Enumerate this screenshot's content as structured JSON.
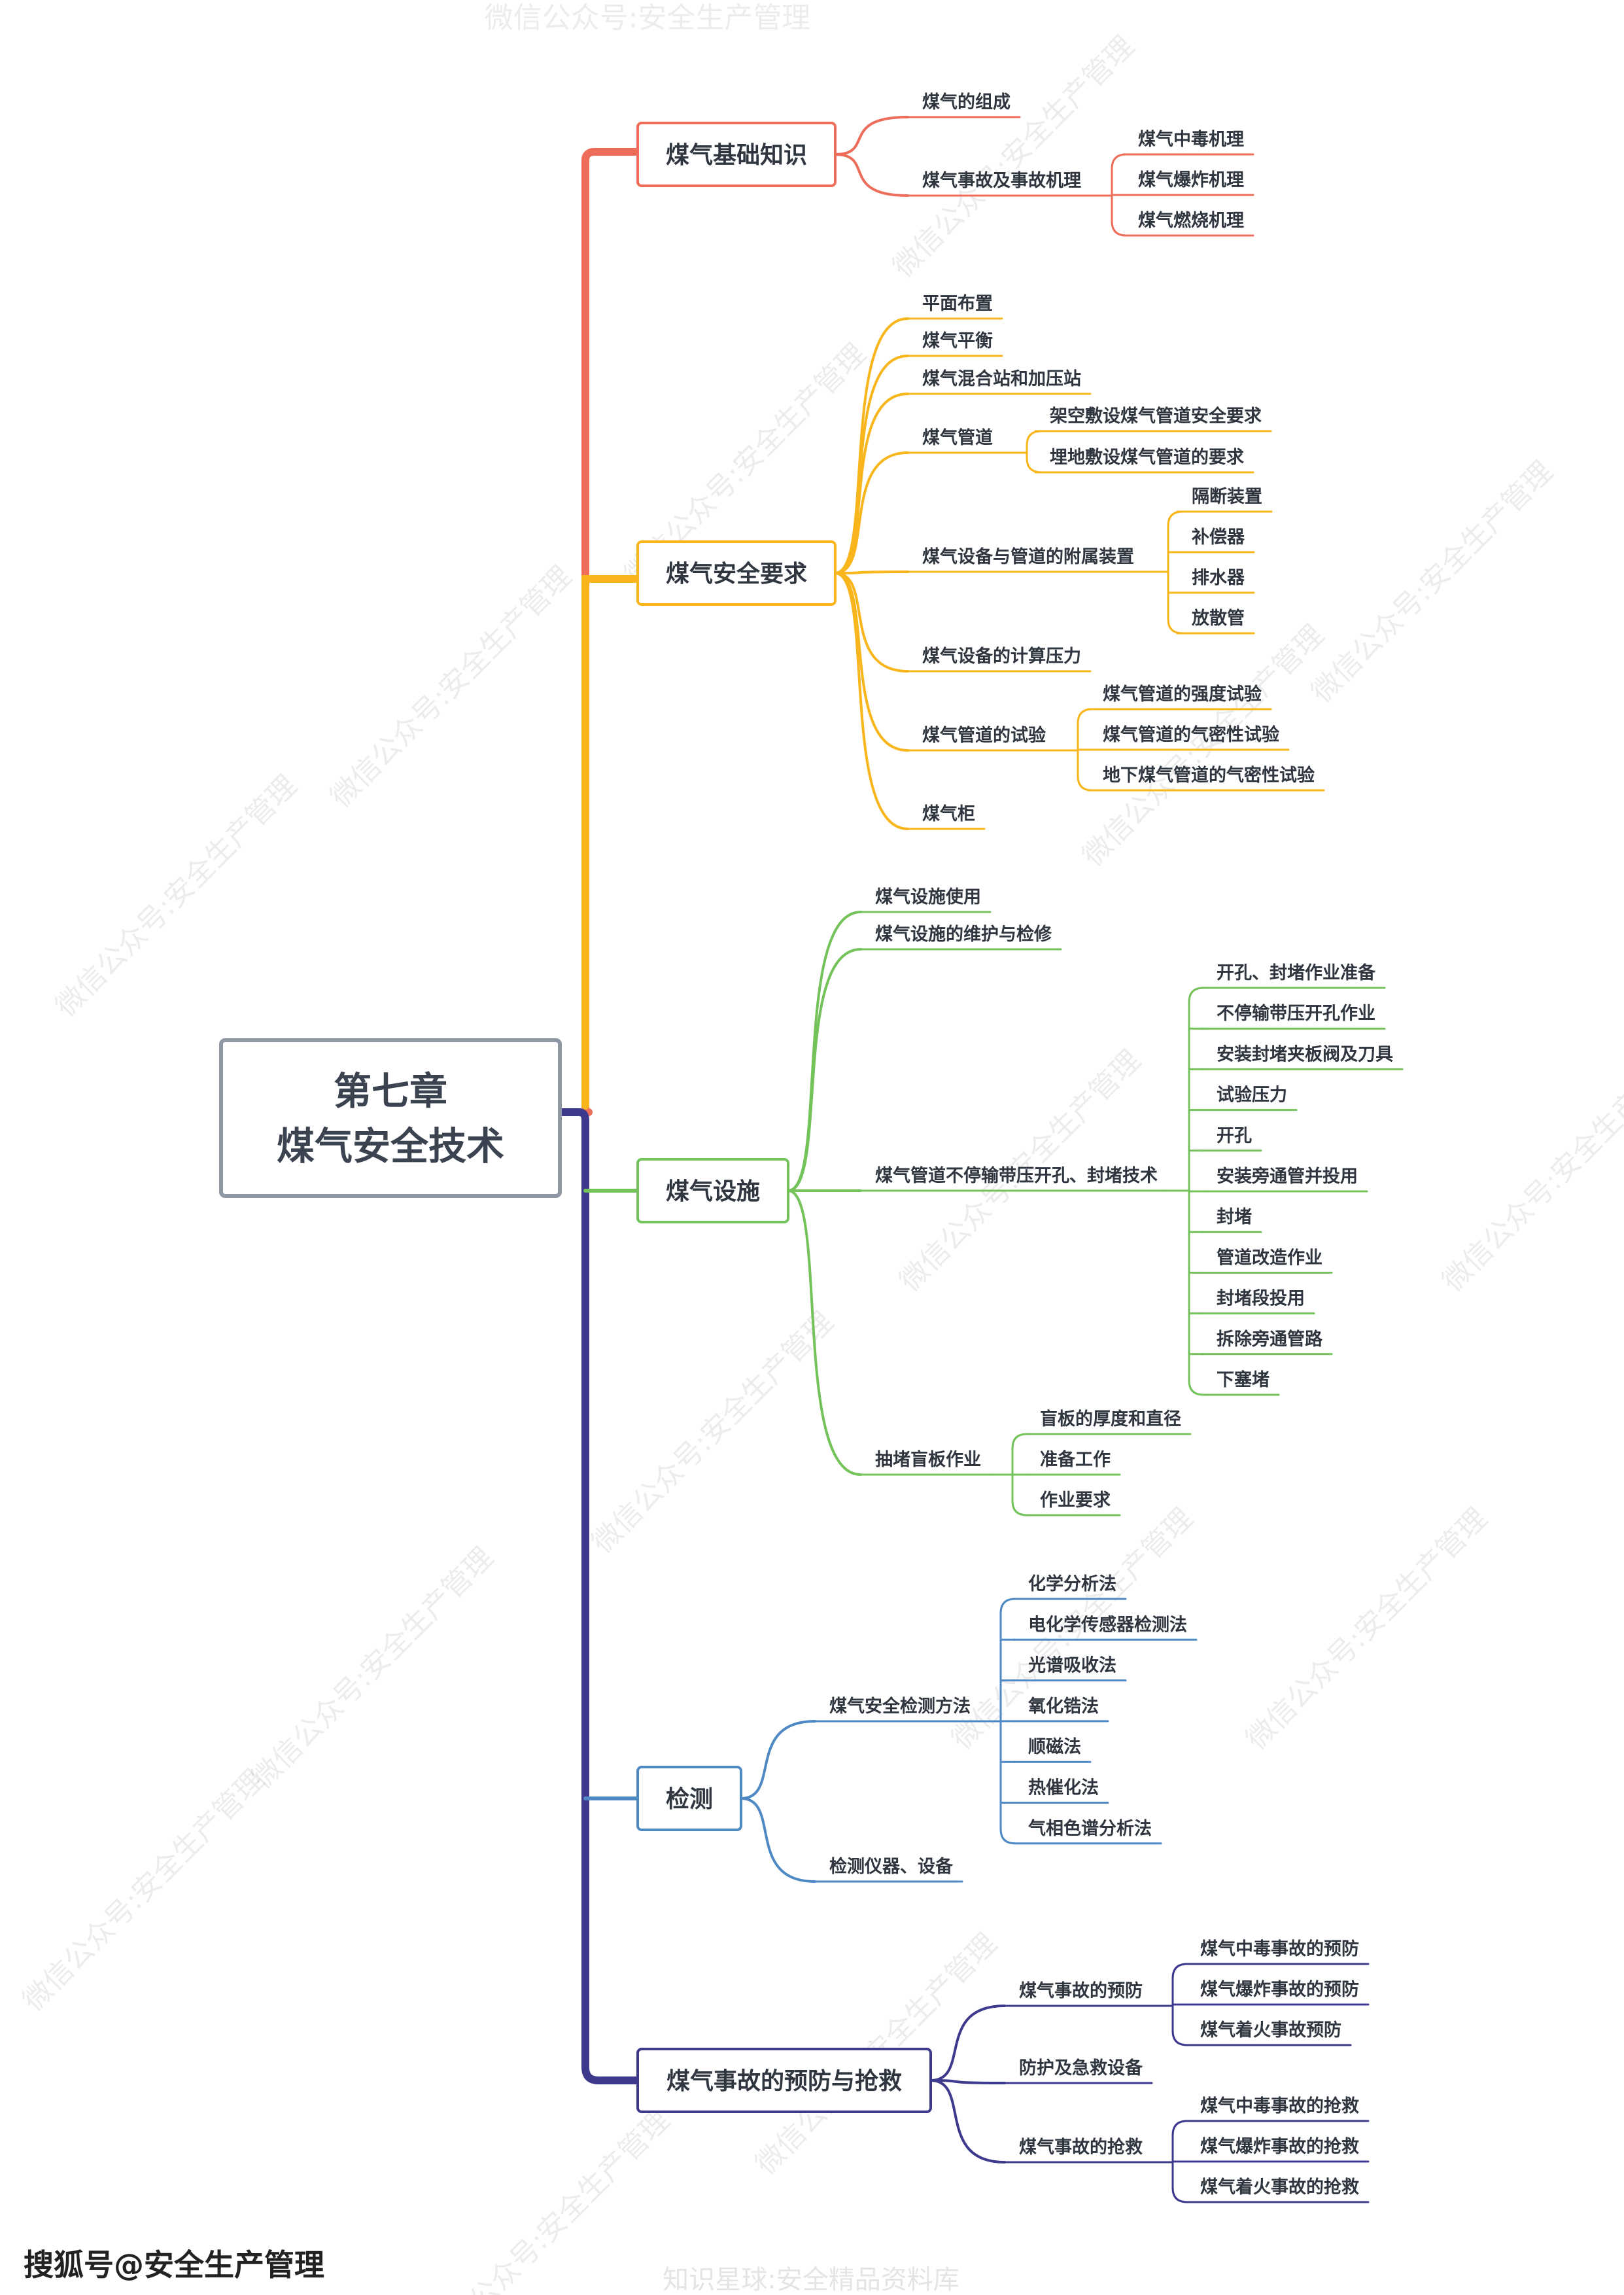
{
  "root": {
    "title_line1": "第七章",
    "title_line2": "煤气安全技术"
  },
  "colors": {
    "basic": "#ee6c5a",
    "req": "#f8b61c",
    "fac": "#74c25a",
    "det": "#4f89c4",
    "prev": "#3d3a8e",
    "root_border": "#8e98a4"
  },
  "categories": [
    {
      "label": "煤气基础知识",
      "color": "basic"
    },
    {
      "label": "煤气安全要求",
      "color": "req"
    },
    {
      "label": "煤气设施",
      "color": "fac"
    },
    {
      "label": "检测",
      "color": "det"
    },
    {
      "label": "煤气事故的预防与抢救",
      "color": "prev"
    }
  ],
  "nodes": {
    "b1": "煤气的组成",
    "b2": "煤气事故及事故机理",
    "b2a": "煤气中毒机理",
    "b2b": "煤气爆炸机理",
    "b2c": "煤气燃烧机理",
    "r1": "平面布置",
    "r2": "煤气平衡",
    "r3": "煤气混合站和加压站",
    "r4": "煤气管道",
    "r4a": "架空敷设煤气管道安全要求",
    "r4b": "埋地敷设煤气管道的要求",
    "r5": "煤气设备与管道的附属装置",
    "r5a": "隔断装置",
    "r5b": "补偿器",
    "r5c": "排水器",
    "r5d": "放散管",
    "r6": "煤气设备的计算压力",
    "r7": "煤气管道的试验",
    "r7a": "煤气管道的强度试验",
    "r7b": "煤气管道的气密性试验",
    "r7c": "地下煤气管道的气密性试验",
    "r8": "煤气柜",
    "f1": "煤气设施使用",
    "f2": "煤气设施的维护与检修",
    "f3": "煤气管道不停输带压开孔、封堵技术",
    "f3a": "开孔、封堵作业准备",
    "f3b": "不停输带压开孔作业",
    "f3c": "安装封堵夹板阀及刀具",
    "f3d": "试验压力",
    "f3e": "开孔",
    "f3f": "安装旁通管并投用",
    "f3g": "封堵",
    "f3h": "管道改造作业",
    "f3i": "封堵段投用",
    "f3j": "拆除旁通管路",
    "f3k": "下塞堵",
    "f4": "抽堵盲板作业",
    "f4a": "盲板的厚度和直径",
    "f4b": "准备工作",
    "f4c": "作业要求",
    "d1": "煤气安全检测方法",
    "d1a": "化学分析法",
    "d1b": "电化学传感器检测法",
    "d1c": "光谱吸收法",
    "d1d": "氧化锆法",
    "d1e": "顺磁法",
    "d1f": "热催化法",
    "d1g": "气相色谱分析法",
    "d2": "检测仪器、设备",
    "p1": "煤气事故的预防",
    "p1a": "煤气中毒事故的预防",
    "p1b": "煤气爆炸事故的预防",
    "p1c": "煤气着火事故预防",
    "p2": "防护及急救设备",
    "p3": "煤气事故的抢救",
    "p3a": "煤气中毒事故的抢救",
    "p3b": "煤气爆炸事故的抢救",
    "p3c": "煤气着火事故的抢救"
  },
  "watermark": {
    "text": "微信公众号:安全生产管理"
  },
  "source_mark": {
    "text": "搜狐号@安全生产管理"
  },
  "footer": {
    "text": "知识星球:安全精品资料库"
  }
}
